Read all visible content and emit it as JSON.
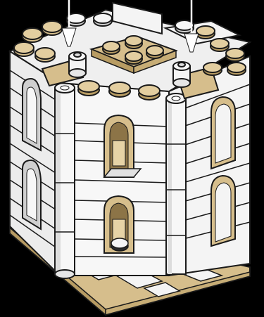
{
  "image": {
    "subject": "lego-style-tower-instruction-illustration",
    "palette": {
      "background": "#000000",
      "white_brick": "#f4f4f4",
      "shade": "#d4d4d4",
      "dark_shade": "#a9a9a9",
      "tan": "#d6be8c",
      "tan_dark": "#b89c63",
      "outline": "#1a1a1a"
    },
    "callouts": [
      {
        "name": "left-arrow",
        "direction": "down"
      },
      {
        "name": "right-arrow",
        "direction": "down"
      }
    ]
  }
}
